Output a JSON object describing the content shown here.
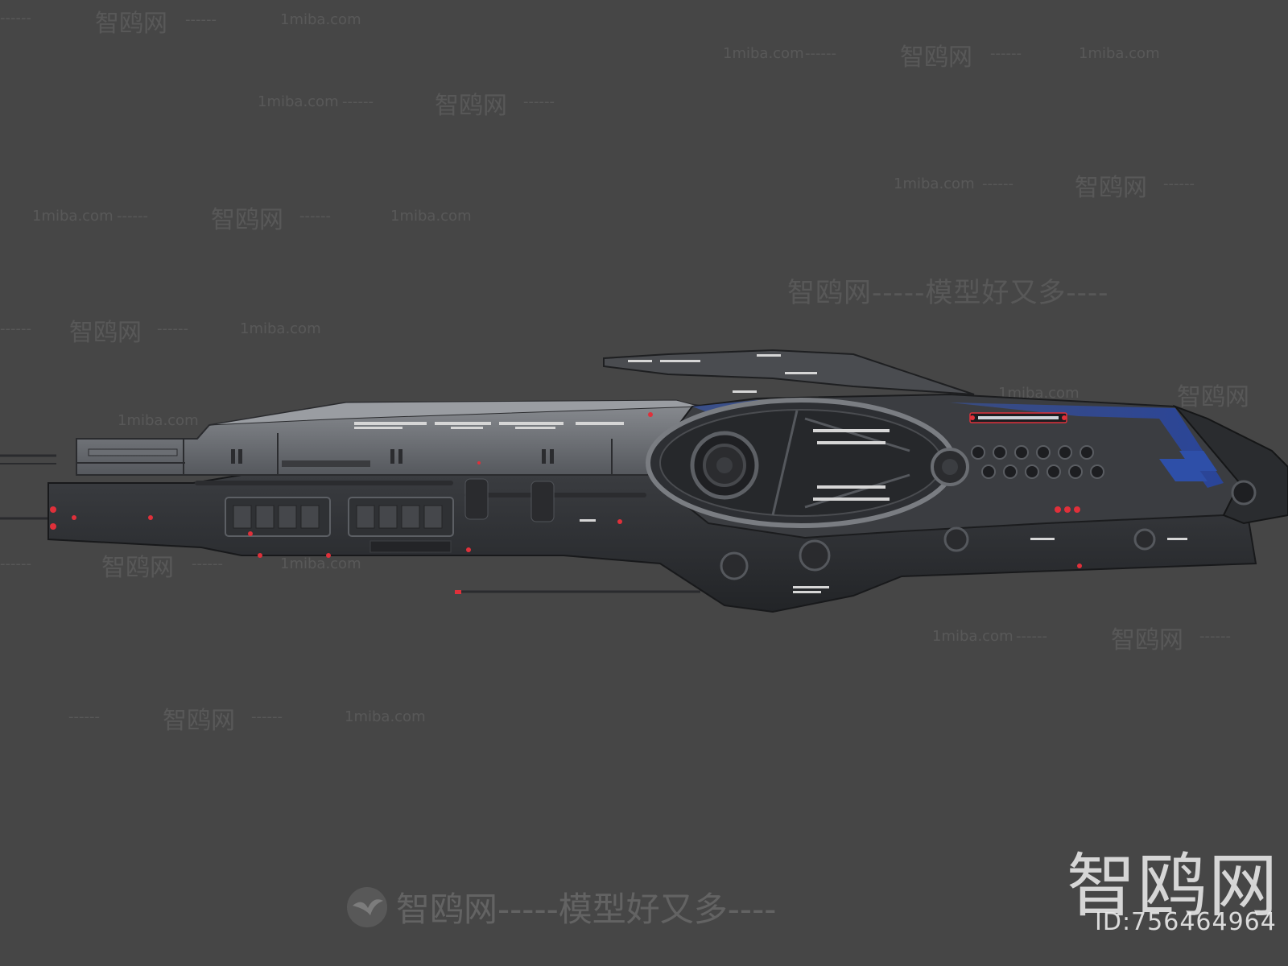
{
  "background_color": "#464646",
  "accent_colors": {
    "hull": "#5e6166",
    "dark_hull": "#2c2e31",
    "blue_trim": "#2e4fa8",
    "red_light": "#e0303a",
    "panel_light": "#d6d6d6"
  },
  "watermarks": {
    "brand_cn": "智鸥网",
    "slogan_line": "智鸥网-----模型好又多----",
    "site": "1miba.com",
    "dash": "------"
  },
  "corner_logo": {
    "text": "智鸥网",
    "id_text": "ID:756464964"
  },
  "icons": {
    "bottom_brand": "seagull-logo-icon"
  }
}
